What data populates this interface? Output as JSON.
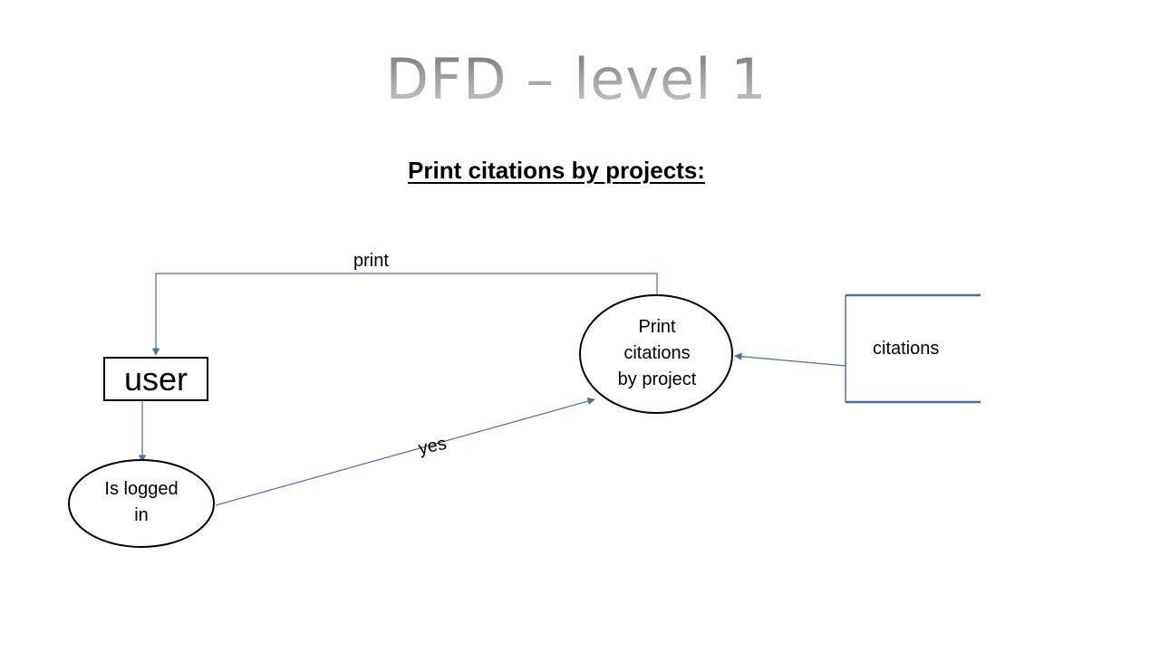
{
  "slide": {
    "title": "DFD – level 1",
    "subtitle": "Print citations by projects:"
  },
  "diagram": {
    "entities": {
      "user": "user"
    },
    "processes": {
      "print_citations": [
        "Print",
        "citations",
        "by project"
      ],
      "is_logged_in": [
        "Is logged",
        "in"
      ]
    },
    "data_stores": {
      "citations": "citations"
    },
    "flows": {
      "print": "print",
      "yes": "yes"
    }
  },
  "colors": {
    "flow_line": "#4a6fa5",
    "outline": "#000000",
    "store_line": "#4a6fa5",
    "title_gray": "#8a8a8a"
  }
}
